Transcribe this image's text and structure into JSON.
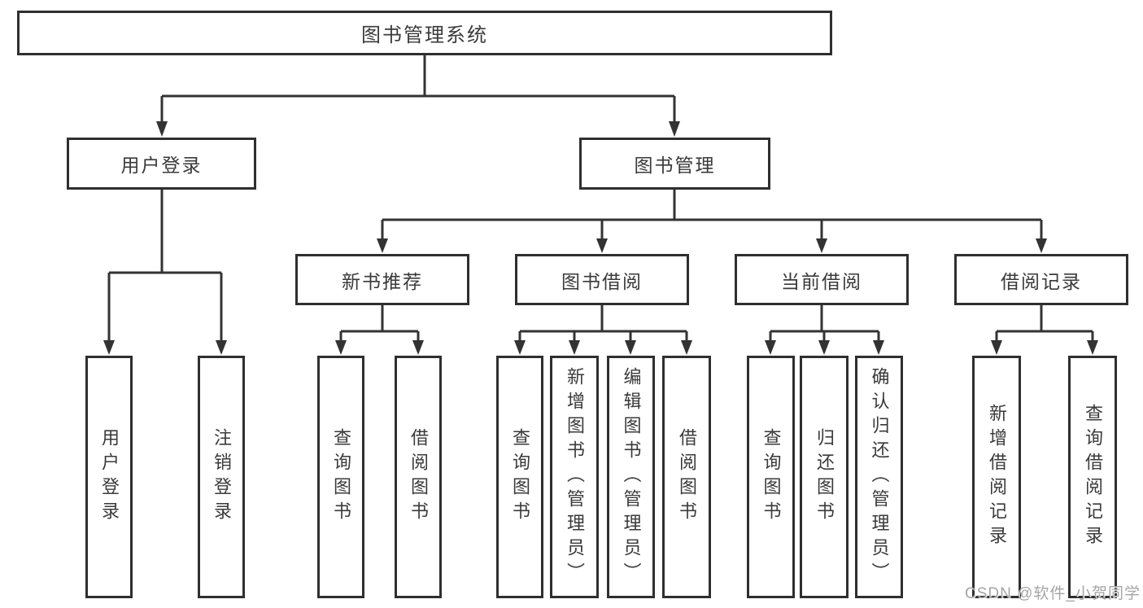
{
  "diagram": {
    "title": "图书管理系统",
    "branches": [
      {
        "label": "用户登录",
        "children": [
          {
            "label": "用户登录"
          },
          {
            "label": "注销登录"
          }
        ]
      },
      {
        "label": "图书管理",
        "children": [
          {
            "label": "新书推荐",
            "children": [
              {
                "label": "查询图书"
              },
              {
                "label": "借阅图书"
              }
            ]
          },
          {
            "label": "图书借阅",
            "children": [
              {
                "label": "查询图书"
              },
              {
                "label": "新增图书（管理员）"
              },
              {
                "label": "编辑图书（管理员）"
              },
              {
                "label": "借阅图书"
              }
            ]
          },
          {
            "label": "当前借阅",
            "children": [
              {
                "label": "查询图书"
              },
              {
                "label": "归还图书"
              },
              {
                "label": "确认归还（管理员）"
              }
            ]
          },
          {
            "label": "借阅记录",
            "children": [
              {
                "label": "新增借阅记录"
              },
              {
                "label": "查询借阅记录"
              }
            ]
          }
        ]
      }
    ]
  },
  "watermark": {
    "text": "CSDN @软件_小贺同学"
  },
  "colors": {
    "line": "#333333",
    "box_border": "#2f2f2f",
    "box_background": "#ffffff",
    "label_text": "#3a3a3a",
    "watermark_text": "#a5a5a5"
  }
}
